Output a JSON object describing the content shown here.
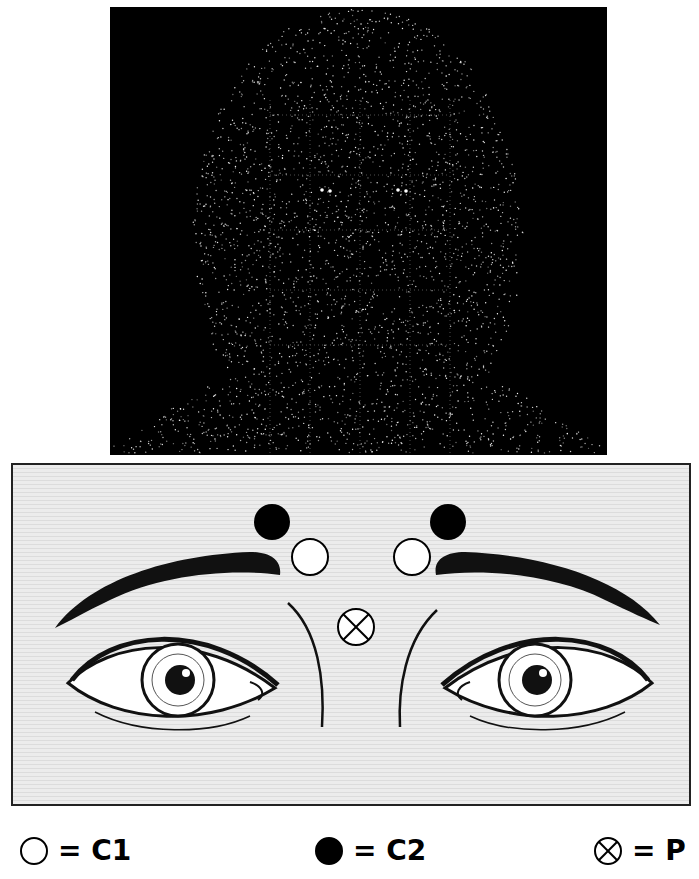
{
  "diagram": {
    "legend": [
      {
        "text": "= C1"
      },
      {
        "text": "= C2"
      },
      {
        "text": "= P"
      }
    ]
  }
}
